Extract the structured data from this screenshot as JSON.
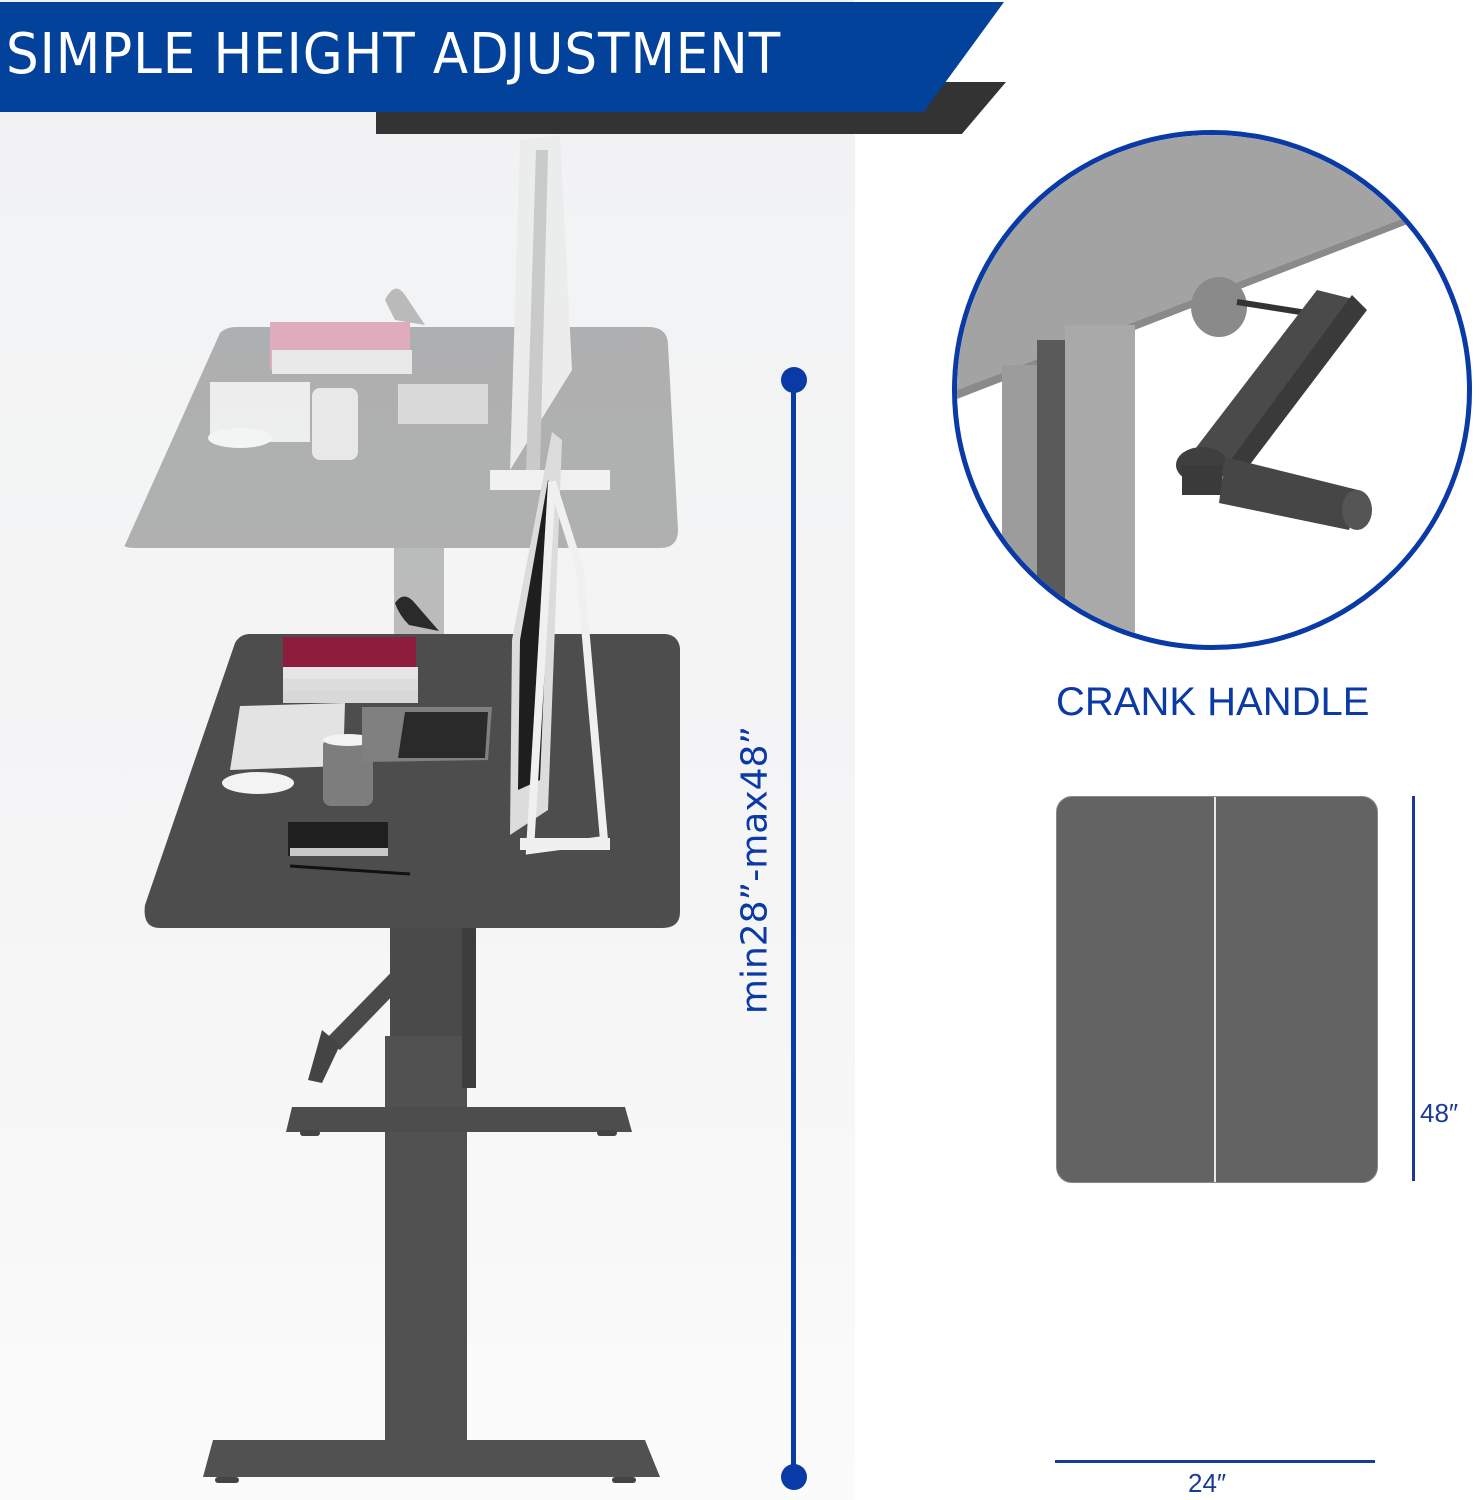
{
  "banner": {
    "title": "SIMPLE HEIGHT ADJUSTMENT",
    "background_color": "#03429a",
    "shadow_color": "#333333"
  },
  "height_range": {
    "label": "min28”-max48”",
    "min_in": 28,
    "max_in": 48,
    "color": "#0a3aa6"
  },
  "detail": {
    "label": "CRANK HANDLE",
    "border_color": "#0a3aa6"
  },
  "tabletop_dimensions": {
    "width_label": "24″",
    "length_label": "48″",
    "surface_color": "#636363"
  },
  "scene": {
    "raised_desk_opacity": 0.45,
    "desk_color": "#4b4b4b",
    "items": [
      "monitor",
      "laptop",
      "keyboard",
      "mouse",
      "mug",
      "books",
      "bird-figurine",
      "notebook",
      "pen"
    ]
  }
}
